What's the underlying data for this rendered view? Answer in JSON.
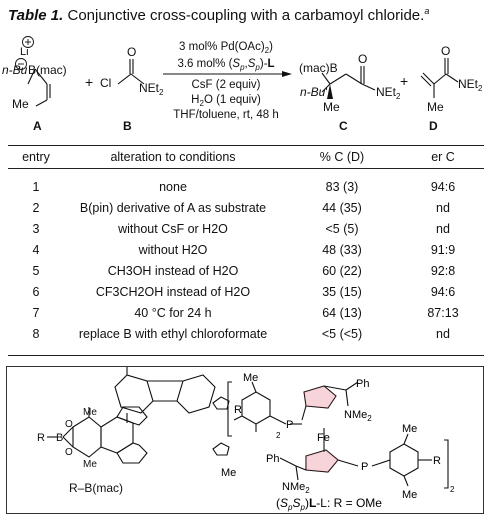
{
  "title": {
    "label": "Table 1.",
    "text": "Conjunctive cross-coupling with a carbamoyl chloride.",
    "footnote_mark": "a"
  },
  "scheme": {
    "compound_a_label": "A",
    "compound_b_label": "B",
    "compound_c_label": "C",
    "compound_d_label": "D",
    "reagent_a_nbu": "n-Bu",
    "reagent_a_boron": "B(mac)",
    "reagent_a_li": "Li",
    "reagent_a_me": "Me",
    "reagent_b_cl": "Cl",
    "reagent_b_o": "O",
    "reagent_b_net2": "NEt",
    "plus": "+",
    "cond_line1": "3 mol% Pd(OAc)",
    "cond_line2_a": "3.6 mol% (",
    "cond_line2_b": "S",
    "cond_line2_c": "p",
    "cond_line2_d": ",",
    "cond_line2_e": "S",
    "cond_line2_f": "p",
    "cond_line2_g": ")-",
    "cond_line2_h": "L",
    "cond_line3": "CsF (2 equiv)",
    "cond_line4": "H",
    "cond_line4b": "O (1 equiv)",
    "cond_line5": "THF/toluene, rt, 48 h",
    "product_c_boron": "(mac)B",
    "product_c_nbu": "n-Bu",
    "product_c_me": "Me",
    "product_c_o": "O",
    "product_c_net2": "NEt",
    "product_d_o": "O",
    "product_d_net2": "NEt",
    "product_d_me": "Me"
  },
  "table": {
    "headers": {
      "entry": "entry",
      "alteration": "alteration to conditions",
      "yield": "% C (D)",
      "er": "er C"
    },
    "rows": [
      {
        "entry": "1",
        "alteration": "none",
        "yield": "83 (3)",
        "er": "94:6"
      },
      {
        "entry": "2",
        "alteration": "B(pin) derivative of A as substrate",
        "yield": "44 (35)",
        "er": "nd"
      },
      {
        "entry": "3",
        "alteration": "without CsF or H2O",
        "yield": "<5 (5)",
        "er": "nd"
      },
      {
        "entry": "4",
        "alteration": "without H2O",
        "yield": "48 (33)",
        "er": "91:9"
      },
      {
        "entry": "5",
        "alteration": "CH3OH instead of H2O",
        "yield": "60 (22)",
        "er": "92:8"
      },
      {
        "entry": "6",
        "alteration": "CF3CH2OH instead of H2O",
        "yield": "35 (15)",
        "er": "94:6"
      },
      {
        "entry": "7",
        "alteration": "40 °C for 24 h",
        "yield": "64 (13)",
        "er": "87:13"
      },
      {
        "entry": "8",
        "alteration": "replace B with ethyl chloroformate",
        "yield": "<5 (<5)",
        "er": "nd"
      }
    ]
  },
  "ligands": {
    "mac_label": "R–B(mac)",
    "mac_r": "R",
    "mac_b": "B",
    "mac_o1": "O",
    "mac_o2": "O",
    "mac_me1": "Me",
    "mac_me2": "Me",
    "l_me_tl": "Me",
    "l_me_ml": "Me",
    "l_r_left": "R",
    "l_p_left": "P",
    "l_sub2_left": "2",
    "l_ph_top": "Ph",
    "l_nme2_top": "NMe",
    "l_fe": "Fe",
    "l_ph_bottom": "Ph",
    "l_nme2_bottom": "NMe",
    "l_p_right": "P",
    "l_me_tr": "Me",
    "l_me_br": "Me",
    "l_r_right": "R",
    "l_sub2_right": "2",
    "l_caption": "-L: R = OMe",
    "l_caption_s": "S",
    "l_caption_p": "p"
  }
}
